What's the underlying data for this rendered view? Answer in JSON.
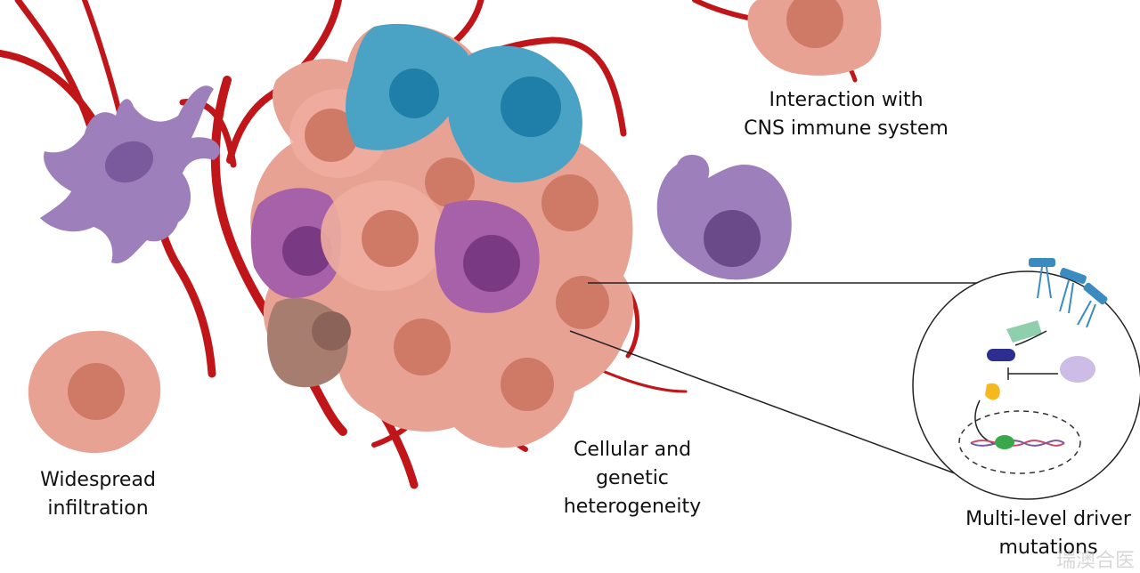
{
  "labels": {
    "infiltration": [
      "Widespread",
      "infiltration"
    ],
    "heterogeneity": [
      "Cellular and",
      "genetic",
      "heterogeneity"
    ],
    "immune": [
      "Interaction with",
      "CNS immune system"
    ],
    "driver": [
      "Multi-level driver",
      "mutations"
    ]
  },
  "watermark": "瑞澳合医",
  "colors": {
    "tumor_cell": "#e8a294",
    "tumor_nucleus": "#cf7a67",
    "microglia": "#9c7fbb",
    "immune_cell": "#4aa3c4",
    "vessel": "#c0161a",
    "magenta_cell": "#a661a8",
    "brown_cell": "#a77d70"
  }
}
